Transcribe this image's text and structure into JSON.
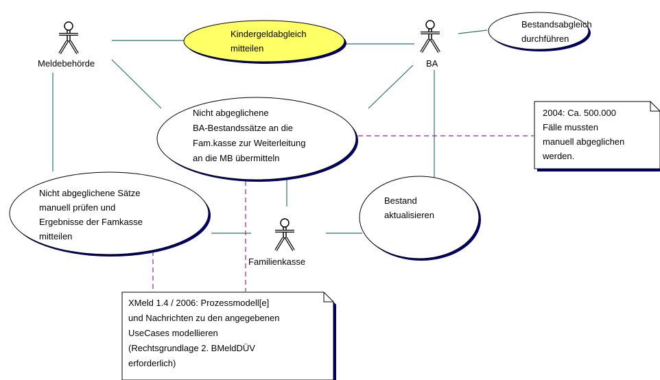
{
  "colors": {
    "background": "#ffffff",
    "association_line": "#2e6f6f",
    "note_link": "#a0207f",
    "shadow": "#000066",
    "highlight_fill": "#ffff66"
  },
  "actors": {
    "meldebehoerde": "Meldebehörde",
    "ba": "BA",
    "familienkasse": "Familienkasse"
  },
  "usecases": {
    "kindergeld": [
      "Kindergeldabgleich",
      "mitteilen"
    ],
    "bestandsabgleich": [
      "Bestandsabgleich",
      "durchführen"
    ],
    "nicht_abgeglichen_ba": [
      "Nicht abgeglichene",
      "BA-Bestandssätze an die",
      "Fam.kasse zur Weiterleitung",
      "an die MB übermitteln"
    ],
    "manuell_pruefen": [
      "Nicht abgeglichene Sätze",
      "manuell prüfen und",
      "Ergebnisse der Famkasse",
      "mitteilen"
    ],
    "bestand_aktualisieren": [
      "Bestand",
      "aktualisieren"
    ]
  },
  "notes": {
    "faelle_2004": [
      "2004: Ca. 500.000",
      "Fälle mussten",
      "manuell abgeglichen",
      "werden."
    ],
    "xmeld": [
      "XMeld 1.4 / 2006: Prozessmodell[e]",
      "und Nachrichten zu den angegebenen",
      "UseCases modellieren",
      "(Rechtsgrundlage 2. BMeldDÜV",
      "erforderlich)"
    ]
  }
}
